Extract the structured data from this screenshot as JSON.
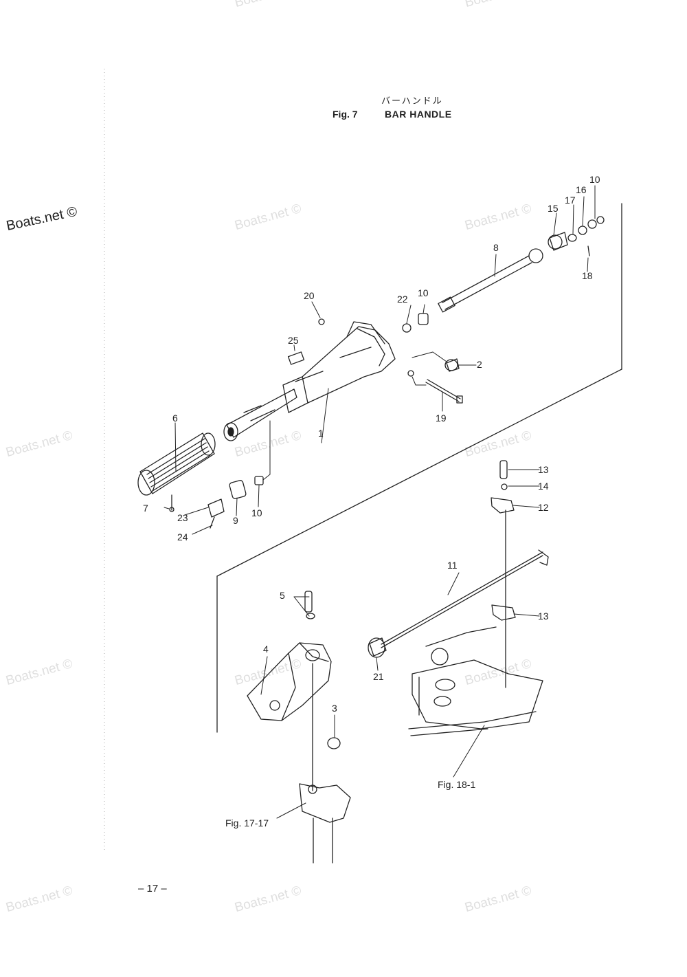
{
  "header": {
    "title_jp": "バーハンドル",
    "fig_no": "Fig. 7",
    "title": "BAR HANDLE"
  },
  "page_number": "– 17 –",
  "watermark": "Boats.net ©",
  "fig_refs": {
    "fig_18_1": "Fig. 18-1",
    "fig_17_17": "Fig. 17-17"
  },
  "callouts": {
    "c1": "1",
    "c2": "2",
    "c3": "3",
    "c4": "4",
    "c5": "5",
    "c6": "6",
    "c7": "7",
    "c8": "8",
    "c9": "9",
    "c10a": "10",
    "c10b": "10",
    "c10c": "10",
    "c11": "11",
    "c12": "12",
    "c13a": "13",
    "c13b": "13",
    "c14": "14",
    "c15": "15",
    "c16": "16",
    "c17": "17",
    "c18": "18",
    "c19": "19",
    "c20": "20",
    "c21": "21",
    "c22": "22",
    "c23": "23",
    "c24": "24",
    "c25": "25"
  },
  "colors": {
    "ink": "#222222",
    "paper": "#ffffff"
  }
}
